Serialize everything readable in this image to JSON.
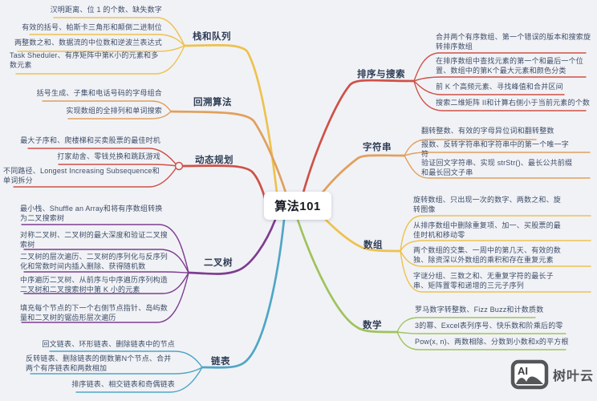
{
  "root": {
    "label": "算法101"
  },
  "canvas": {
    "background": "#F1F2F6",
    "text_color": "#3E4E68",
    "label_color": "#2E3C55"
  },
  "branches": [
    {
      "id": "stack-queue",
      "label": "栈和队列",
      "color": "#EDC24D",
      "side": "left",
      "leaves": [
        "汉明距离、位 1 的个数、缺失数字",
        "有效的括号、帕斯卡三角形和颠倒二进制位",
        "两整数之和、数据流的中位数和逆波兰表达式",
        "Task Sheduler、有序矩阵中第K小的元素和多数元素"
      ]
    },
    {
      "id": "backtracking",
      "label": "回溯算法",
      "color": "#E0A05C",
      "side": "left",
      "leaves": [
        "括号生成、子集和电话号码的字母组合",
        "实现数组的全排列和单词搜索"
      ]
    },
    {
      "id": "dynamic-programming",
      "label": "动态规划",
      "color": "#CE5147",
      "side": "left",
      "leaves": [
        "最大子序和、爬楼梯和买卖股票的最佳时机",
        "打家劫舍、零钱兑换和跳跃游戏",
        "不同路径、Longest Increasing Subsequence和单词拆分"
      ]
    },
    {
      "id": "binary-tree",
      "label": "二叉树",
      "color": "#7E3D90",
      "side": "left",
      "leaves": [
        "最小栈、Shuffle an Array和将有序数组转换为二叉搜索树",
        "对称二叉树、二叉树的最大深度和验证二叉搜索树",
        "二叉树的层次遍历、二叉树的序列化与反序列化和常数时间内插入删除、获得随机数",
        "中序遍历二叉树、从前序与中序遍历序列构造二叉树和二叉搜索树中第 K 小的元素",
        "填充每个节点的下一个右侧节点指针、岛屿数量和二叉树的锯齿形层次遍历"
      ]
    },
    {
      "id": "linked-list",
      "label": "链表",
      "color": "#4FA6C6",
      "side": "left",
      "leaves": [
        "回文链表、环形链表、删除链表中的节点",
        "反转链表、删除链表的倒数第N个节点、合并两个有序链表和两数相加",
        "排序链表、相交链表和奇偶链表"
      ]
    },
    {
      "id": "sorting-searching",
      "label": "排序与搜索",
      "color": "#CE5147",
      "side": "right",
      "leaves": [
        "合并两个有序数组、第一个错误的版本和搜索旋转排序数组",
        "在排序数组中查找元素的第一个和最后一个位置、数组中的第K个最大元素和颜色分类",
        "前 K 个高频元素、寻找峰值和合并区间",
        "搜索二维矩阵 II和计算右侧小于当前元素的个数"
      ]
    },
    {
      "id": "string",
      "label": "字符串",
      "color": "#E0A05C",
      "side": "right",
      "leaves": [
        "翻转整数、有效的字母异位词和翻转整数",
        "报数、反转字符串和字符串中的第一个唯一字符",
        "验证回文字符串、实现 strStr()、最长公共前缀和最长回文子串"
      ]
    },
    {
      "id": "array",
      "label": "数组",
      "color": "#EDC24D",
      "side": "right",
      "leaves": [
        "旋转数组、只出现一次的数字、两数之和、旋转图像",
        "从排序数组中删除重复项、加一、买股票的最佳时机和移动零",
        "两个数组的交集、一周中的第几天、有效的数独、除资深以外数组的乘积和存在重复元素",
        "字谜分组、三数之和、无重复字符的最长子串、矩阵置零和递增的三元子序列"
      ]
    },
    {
      "id": "math",
      "label": "数学",
      "color": "#9FC35B",
      "side": "right",
      "leaves": [
        "罗马数字转整数、Fizz Buzz和计数质数",
        "3的幂、Excel表列序号、快乐数和阶乘后的零",
        "Pow(x, n)、两数相除、分数到小数和x的平方根"
      ]
    }
  ],
  "watermark": {
    "icon_text": "AI",
    "brand": "树叶云"
  }
}
